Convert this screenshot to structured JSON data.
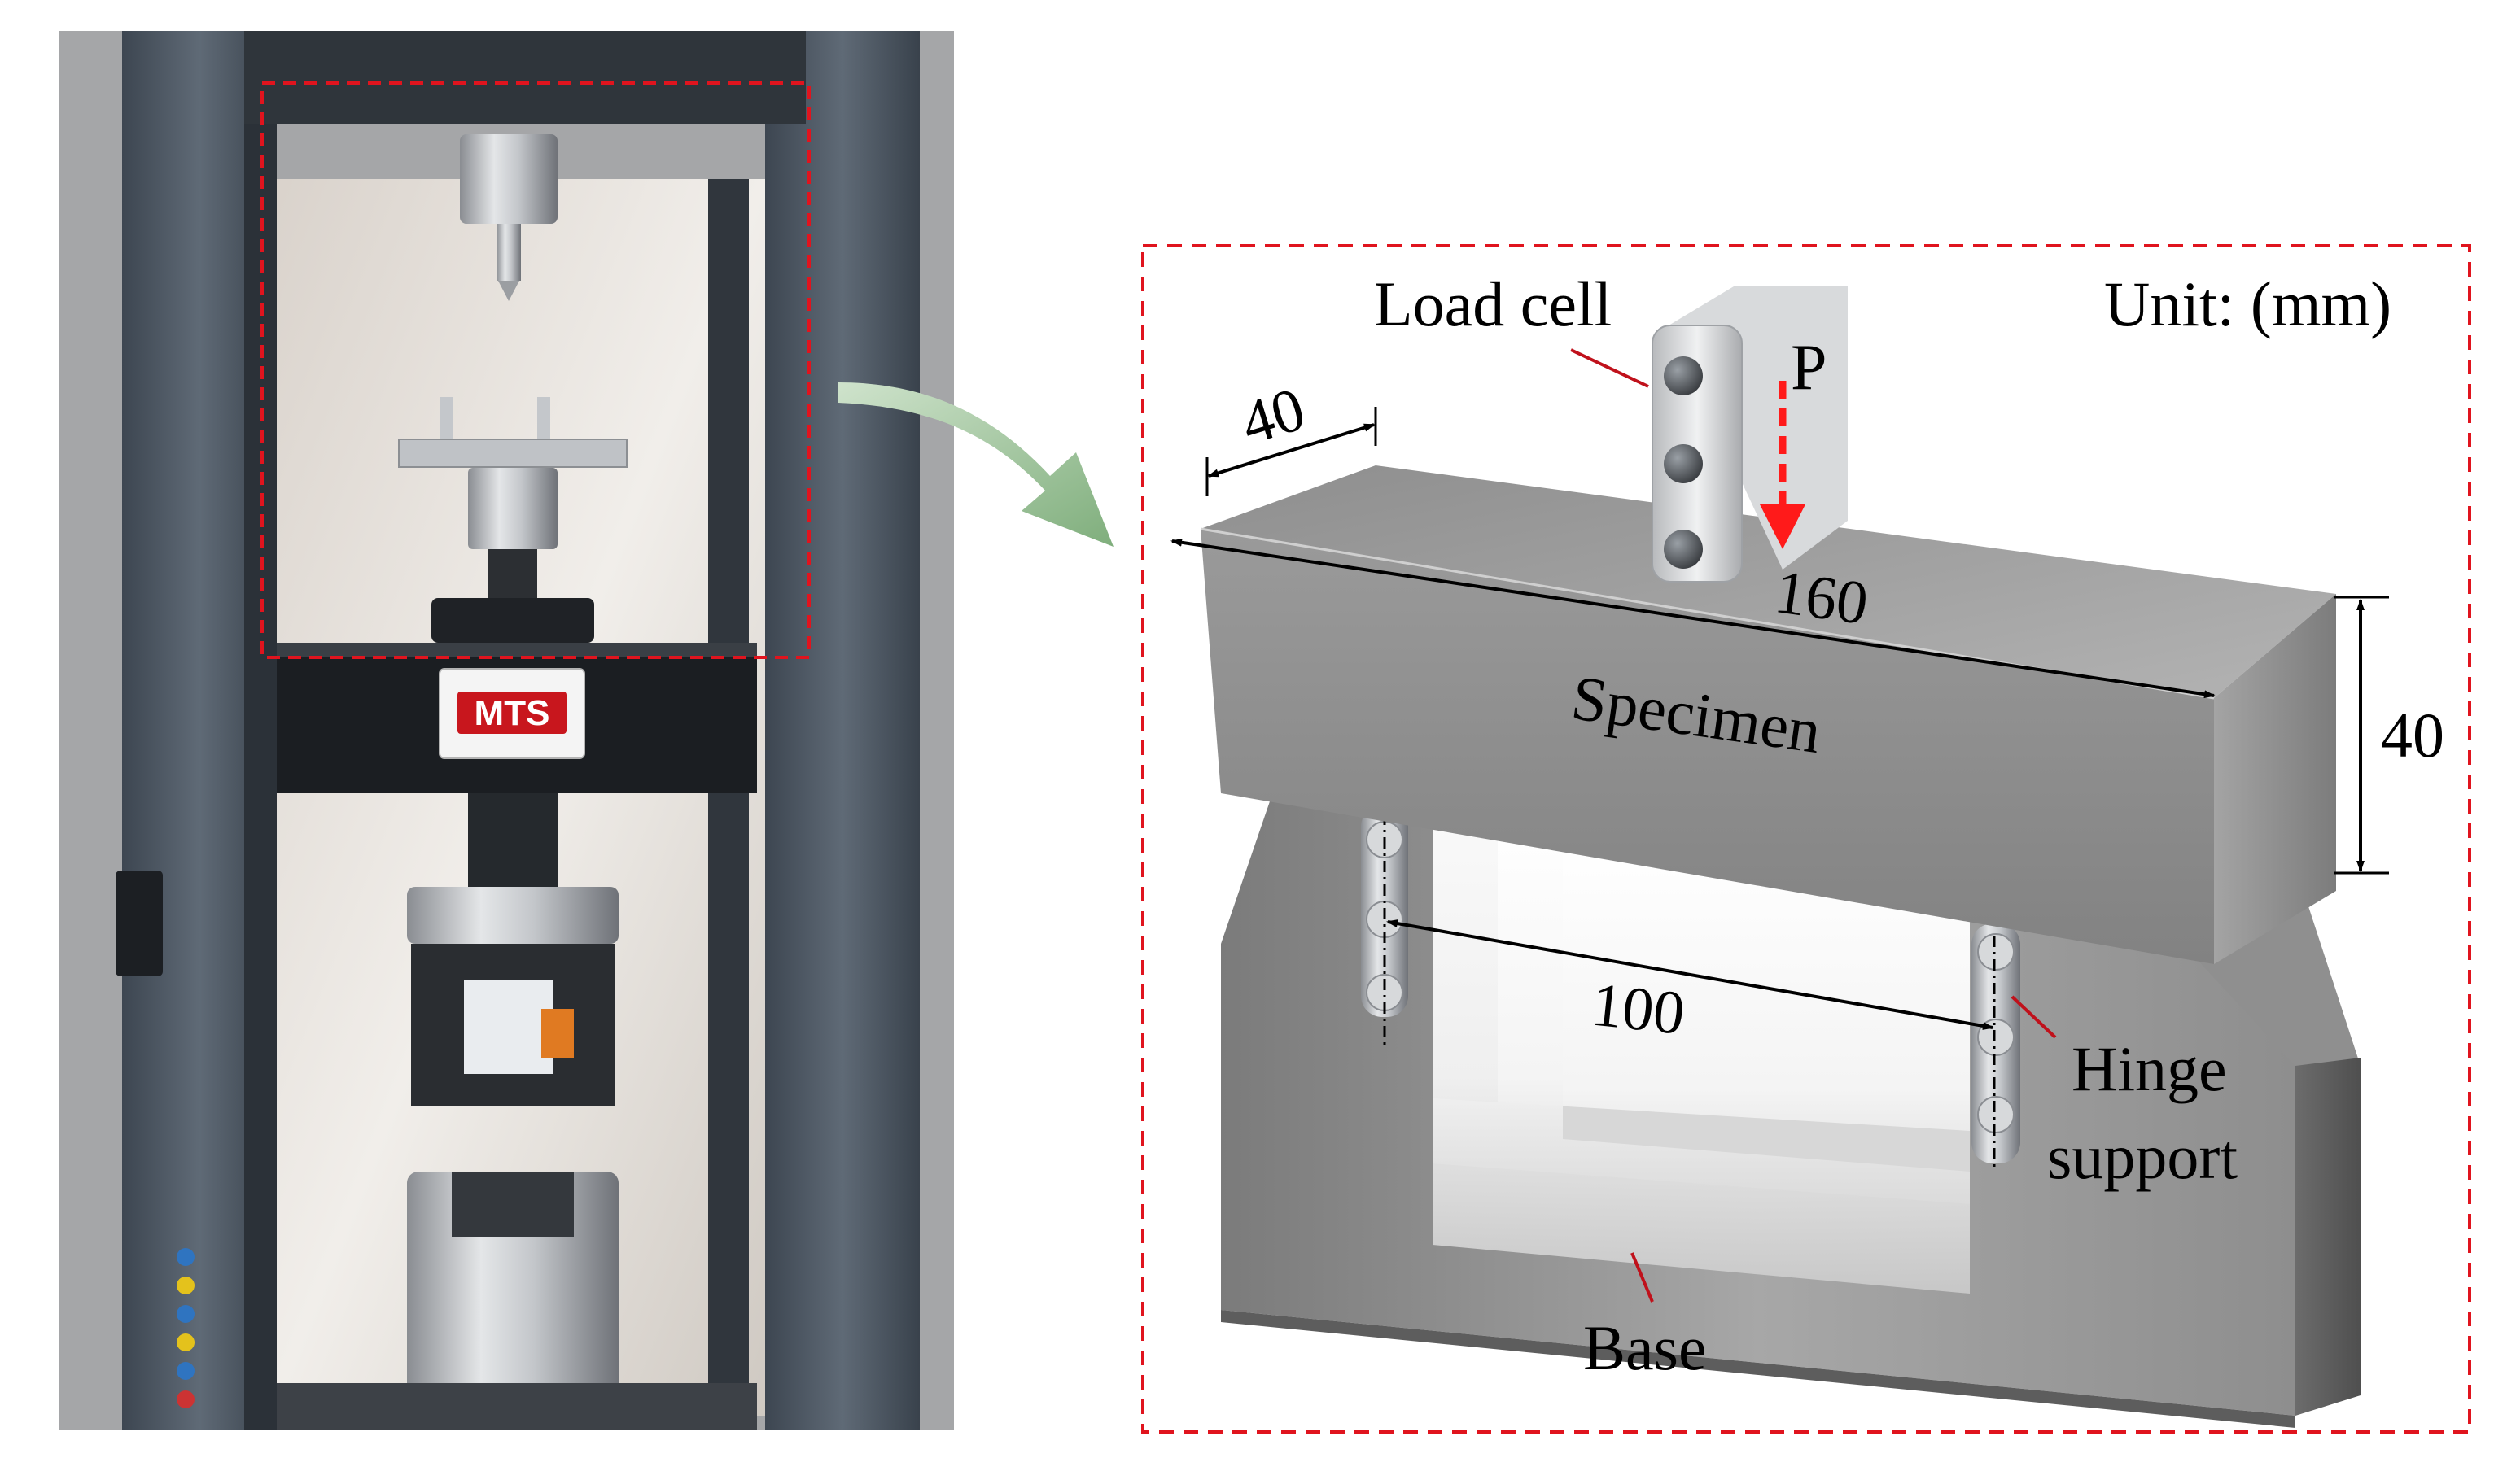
{
  "machine": {
    "brand_logo": "MTS"
  },
  "diagram": {
    "unit_label": "Unit: (mm)",
    "load_cell_label": "Load cell",
    "load_symbol": "P",
    "specimen_label": "Specimen",
    "hinge_label_line1": "Hinge",
    "hinge_label_line2": "support",
    "base_label": "Base",
    "dim_width": "40",
    "dim_length": "160",
    "dim_height": "40",
    "dim_span": "100"
  },
  "colors": {
    "frame_dashed": "#e0141e",
    "load_arrow": "#ff1a1a",
    "transition_arrow": "#9cc09a",
    "leader_line": "#c0111b",
    "logo_red": "#c8161d"
  }
}
